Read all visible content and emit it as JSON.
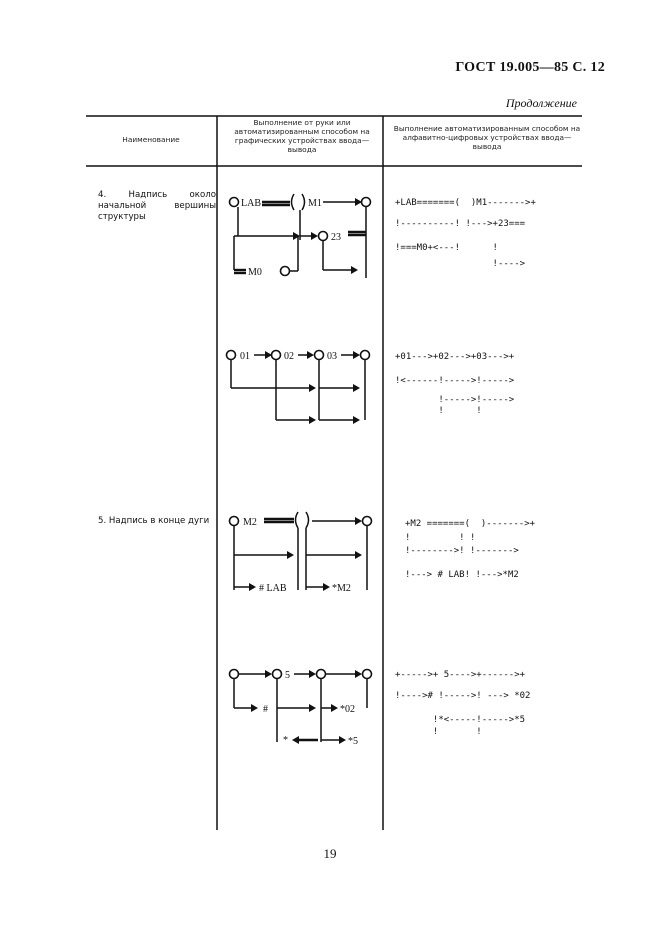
{
  "header": {
    "doc_code": "ГОСТ 19.005—85 С. 12",
    "continued": "Продолжение"
  },
  "table": {
    "col_name": "Наименование",
    "col_manual": "Выполнение от руки или автоматизированным способом на графических устройствах ввода—вывода",
    "col_auto": "Выполнение автоматизированным способом на алфавитно-цифровых устройствах ввода—вывода"
  },
  "rows": [
    {
      "name": "4. Надпись около начальной вершины структуры"
    },
    {
      "name": "5. Надпись в конце дуги"
    }
  ],
  "labels": {
    "d1": {
      "start": "LAB",
      "mid": "M1",
      "node": "23",
      "end": "M0"
    },
    "d2": {
      "n1": "01",
      "n2": "02",
      "n3": "03"
    },
    "d3": {
      "start": "M2",
      "t1": "# LAB",
      "t2": "*M2"
    },
    "d4": {
      "n1": "5",
      "t1": "#",
      "t2": "*02",
      "t3": "*",
      "t4": "*5"
    }
  },
  "ascii": {
    "d1": [
      "+LAB=======(  )M1------->+",
      "!----------! !--->+23===",
      "!===M0+<---!      !",
      "                  !---->"
    ],
    "d2": [
      "+01--->+02--->+03--->+",
      "!<------!----->!----->",
      "        !----->!----->",
      "        !      !"
    ],
    "d3": [
      "+M2 =======(  )------->+",
      "!         ! !",
      "!-------->! !------->",
      "!---> # LAB! !--->*M2"
    ],
    "d4": [
      "+----->+ 5---->+------>+",
      "!----># !----->! ---> *02",
      "       !*<-----!----->*5",
      "       !       !"
    ]
  },
  "footer": {
    "page_number": "19"
  }
}
